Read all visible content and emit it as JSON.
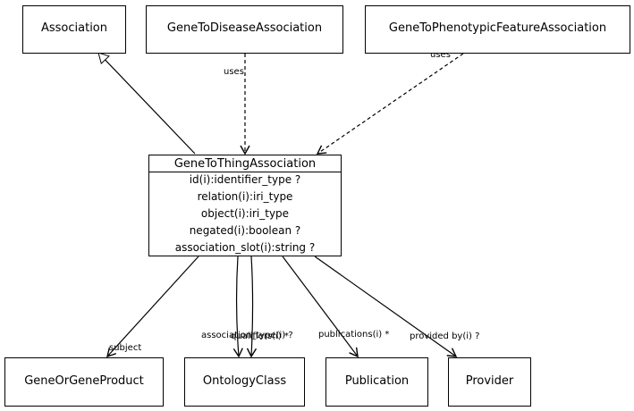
{
  "classes": {
    "association": "Association",
    "gene_to_disease": "GeneToDiseaseAssociation",
    "gene_to_phenotypic": "GeneToPhenotypicFeatureAssociation",
    "gene_to_thing": {
      "name": "GeneToThingAssociation",
      "attributes": [
        "id(i):identifier_type ?",
        "relation(i):iri_type",
        "object(i):iri_type",
        "negated(i):boolean ?",
        "association_slot(i):string ?"
      ]
    },
    "gene_or_gene_product": "GeneOrGeneProduct",
    "ontology_class": "OntologyClass",
    "publication": "Publication",
    "provider": "Provider"
  },
  "edges": {
    "uses_disease": "uses",
    "uses_phenotypic": "uses",
    "subject": "subject",
    "association_type": "association_type(i) ?",
    "qualifiers": "qualifiers(i) *",
    "publications": "publications(i) *",
    "provided_by": "provided by(i) ?"
  }
}
